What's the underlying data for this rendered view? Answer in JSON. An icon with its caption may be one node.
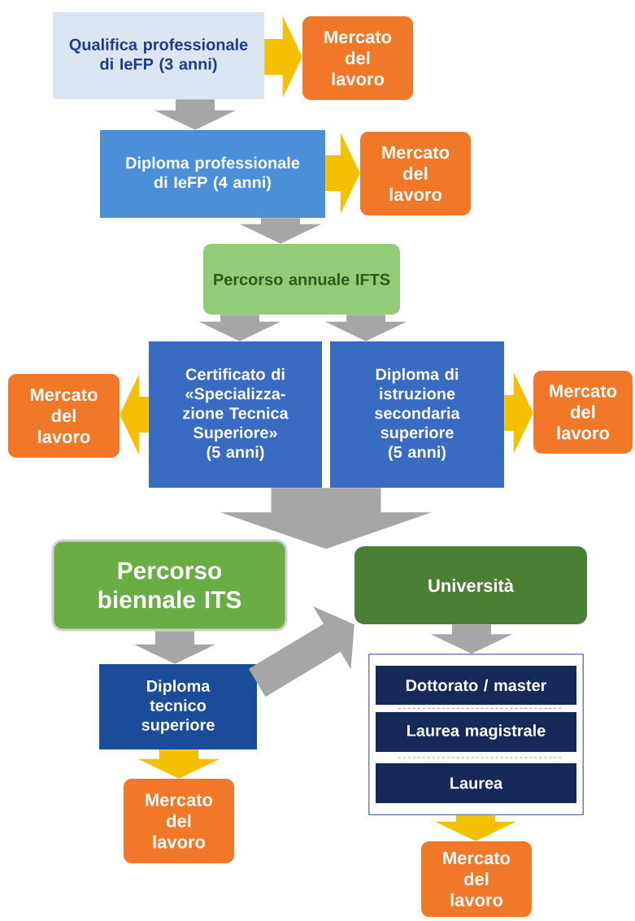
{
  "diagram": {
    "nodes": [
      {
        "text": [
          "Qualifica professionale di IeFP (3 anni)"
        ]
      },
      {
        "text": [
          "Mercato del lavoro"
        ]
      },
      {
        "text": [
          "Diploma professionale di IeFP (4 anni)"
        ]
      },
      {
        "text": [
          "Mercato del lavoro"
        ]
      },
      {
        "text": [
          "Percorso annuale IFTS"
        ]
      },
      {
        "text": [
          "Certificato di «Specializza- zione Tecnica Superiore» (5 anni)"
        ]
      },
      {
        "text": [
          "Diploma di istruzione secondaria superiore (5 anni)"
        ]
      },
      {
        "text": [
          "Mercato del lavoro"
        ]
      },
      {
        "text": [
          "Mercato del lavoro"
        ]
      },
      {
        "text": [
          "Percorso biennale ITS"
        ]
      },
      {
        "text": [
          "Università"
        ]
      },
      {
        "text": [
          "Diploma tecnico superiore"
        ]
      },
      {
        "text": [
          "Mercato del lavoro"
        ]
      },
      {
        "text": [],
        "shape": "box"
      },
      {
        "text": [
          "Dottorato / master"
        ],
        "in": 13
      },
      {
        "text": [
          "Laurea magistrale"
        ],
        "in": 13
      },
      {
        "text": [
          "Laurea"
        ],
        "in": 13
      },
      {
        "text": [
          "Mercato del lavoro"
        ]
      }
    ],
    "edges": [
      {
        "from": 0,
        "to": 1,
        "arrow": "to",
        "color": "#f5c000"
      },
      {
        "from": 0,
        "to": 2,
        "arrow": "to"
      },
      {
        "from": 2,
        "to": 3,
        "arrow": "to",
        "color": "#f5c000"
      },
      {
        "from": 2,
        "to": 4,
        "arrow": "to"
      },
      {
        "from": 4,
        "to": 5,
        "arrow": "to"
      },
      {
        "from": 4,
        "to": 6,
        "arrow": "to"
      },
      {
        "from": 5,
        "to": 7,
        "arrow": "to",
        "color": "#f5c000"
      },
      {
        "from": 6,
        "to": 8,
        "arrow": "to",
        "color": "#f5c000"
      },
      {
        "from": 5,
        "to": null,
        "arrow": "to"
      },
      {
        "from": 6,
        "to": null,
        "arrow": "to"
      },
      {
        "from": 9,
        "to": 11,
        "arrow": "to"
      },
      {
        "from": 11,
        "to": 10,
        "arrow": "to"
      },
      {
        "from": 10,
        "to": 13,
        "arrow": "to"
      },
      {
        "from": 11,
        "to": 12,
        "arrow": "to",
        "color": "#f5c000"
      },
      {
        "from": 13,
        "to": 17,
        "arrow": "to",
        "color": "#f5c000"
      }
    ]
  }
}
